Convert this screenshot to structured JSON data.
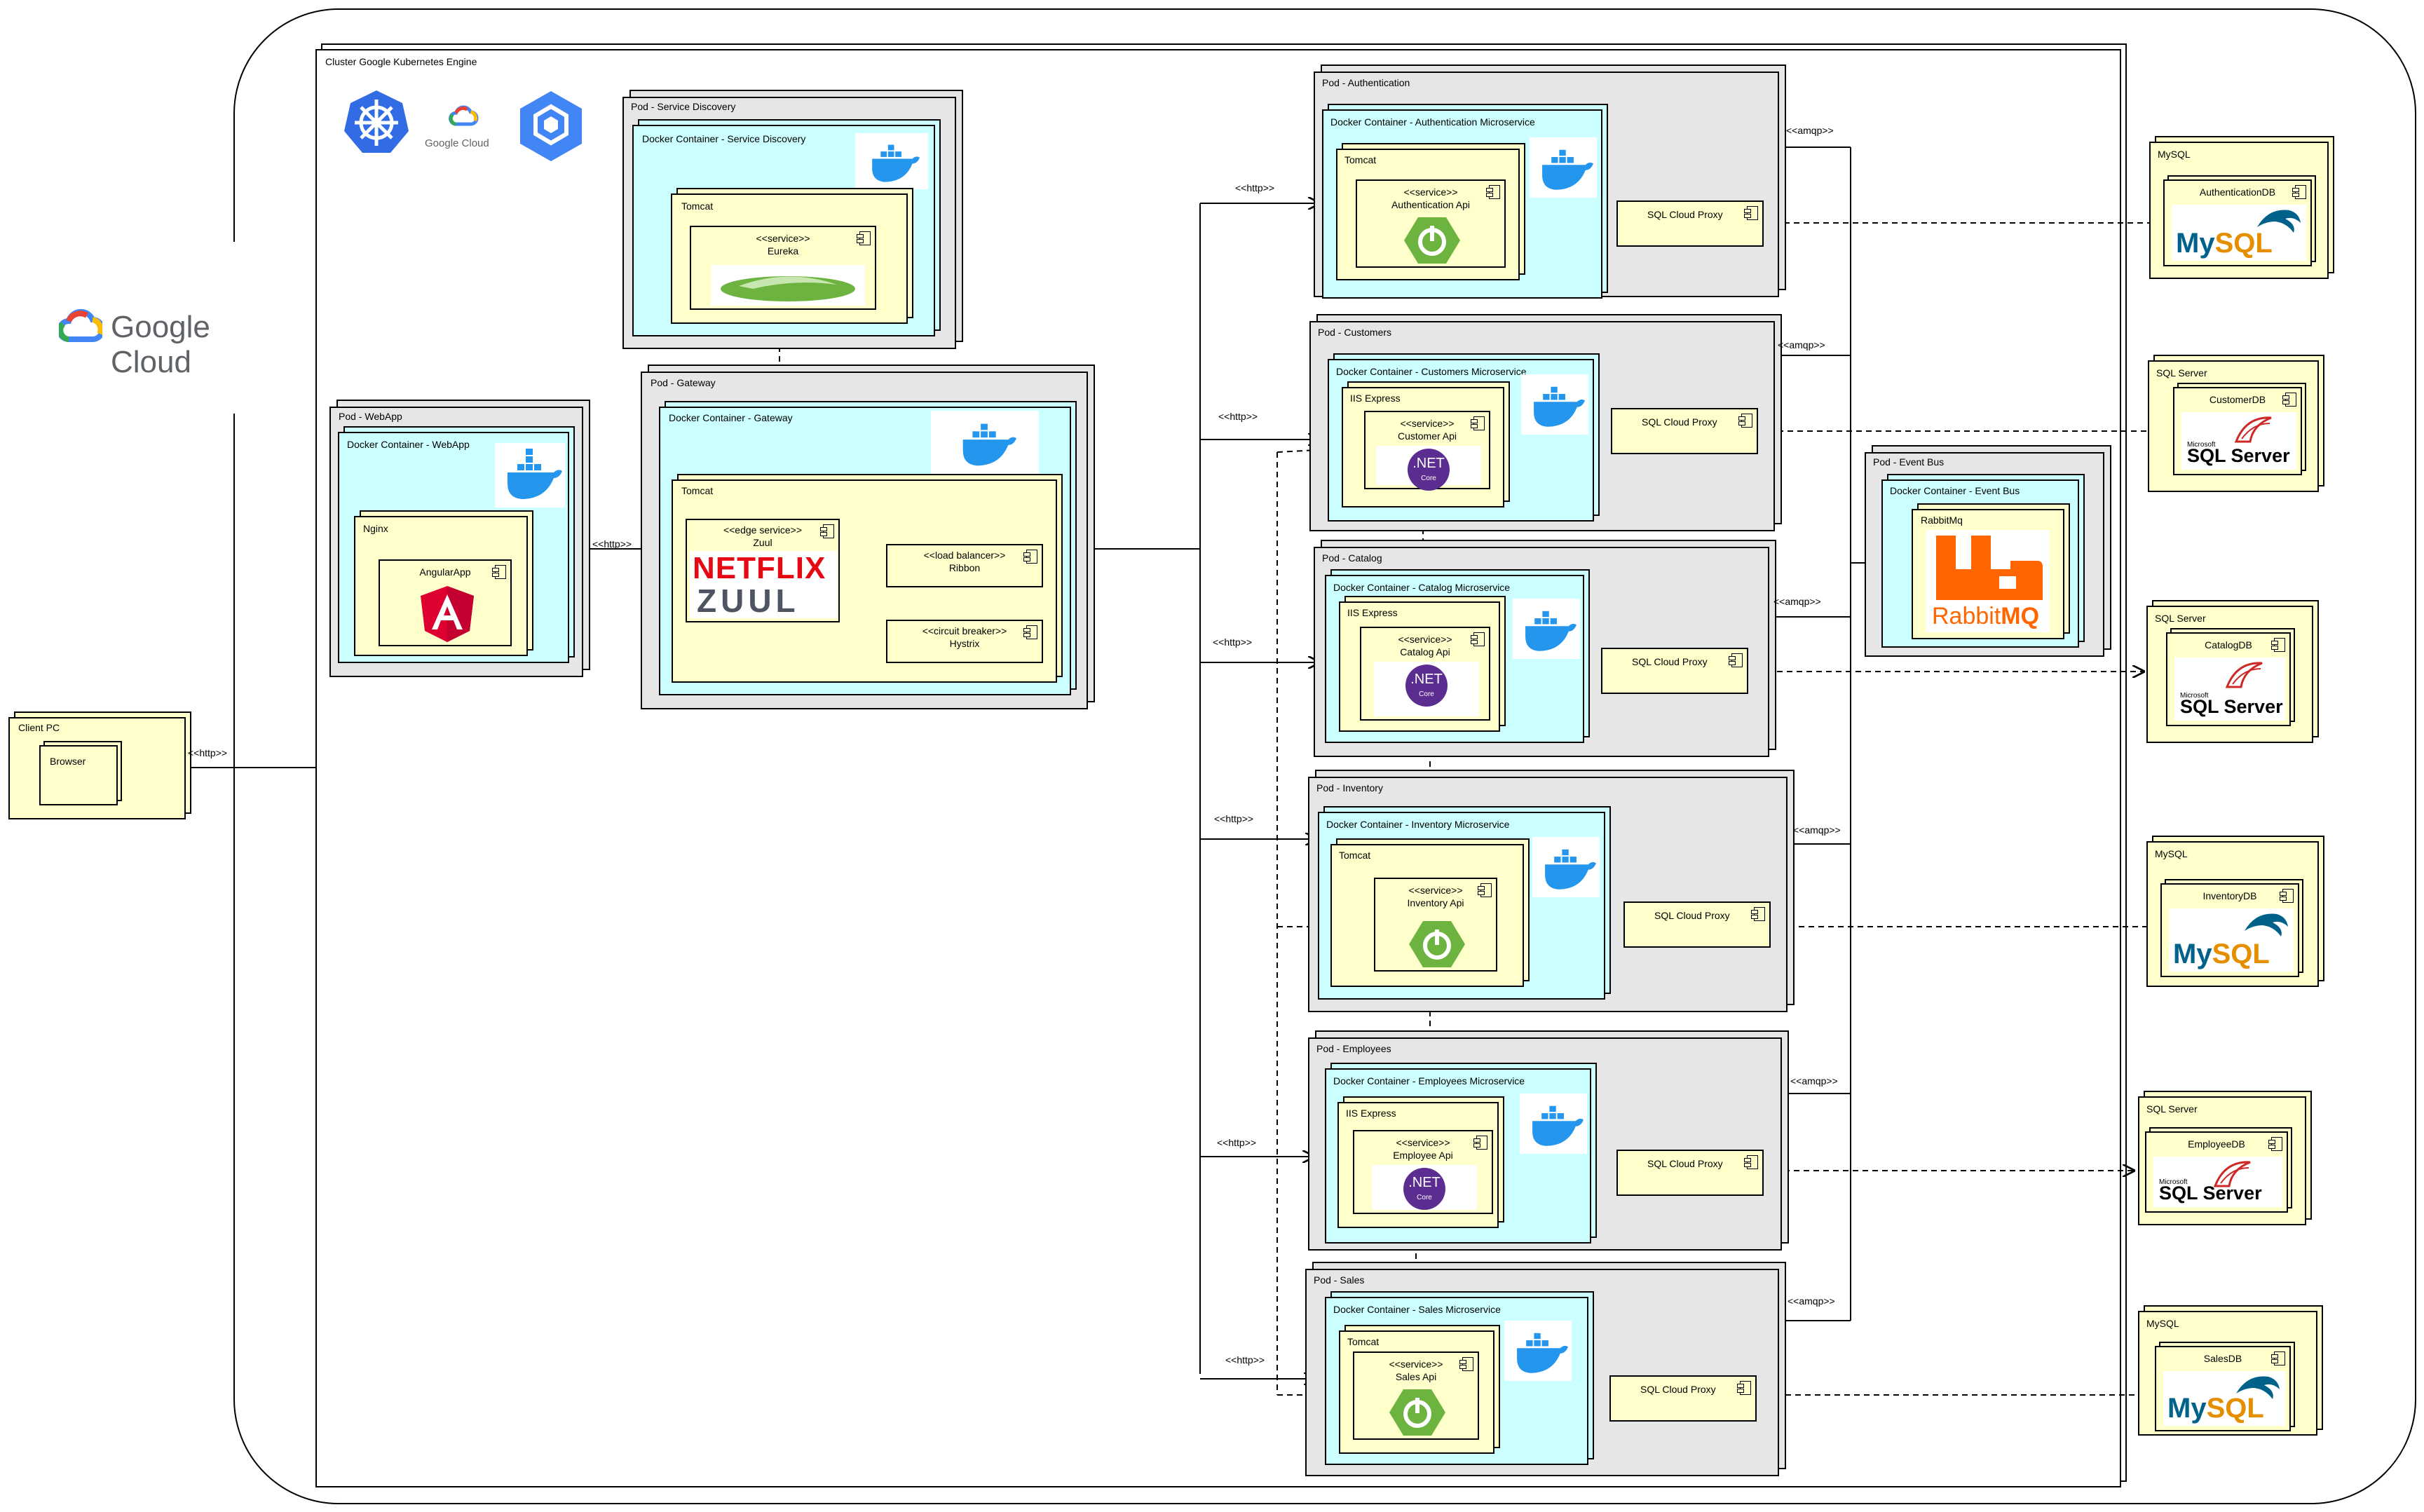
{
  "brand": {
    "google_cloud": "Google Cloud",
    "google_cloud_small": "Google Cloud"
  },
  "cluster": {
    "title": "Cluster Google Kubernetes Engine"
  },
  "client": {
    "title": "Client PC",
    "browser": "Browser",
    "http": "<<http>>"
  },
  "webapp": {
    "pod": "Pod - WebApp",
    "container": "Docker Container - WebApp",
    "nginx": "Nginx",
    "app": "AngularApp",
    "link": "<<http>>"
  },
  "discovery": {
    "pod": "Pod - Service Discovery",
    "container": "Docker Container - Service Discovery",
    "tomcat": "Tomcat",
    "stereo": "<<service>>",
    "name": "Eureka"
  },
  "gateway": {
    "pod": "Pod - Gateway",
    "container": "Docker Container - Gateway",
    "tomcat": "Tomcat",
    "edge": "<<edge service>>",
    "zuul": "Zuul",
    "lb": "<<load balancer>>",
    "ribbon": "Ribbon",
    "cb": "<<circuit breaker>>",
    "hystrix": "Hystrix",
    "netflix": "NETFLIX",
    "zuul_logo": "ZUUL"
  },
  "services": [
    {
      "pod": "Pod - Authentication",
      "container": "Docker Container - Authentication Microservice",
      "server": "Tomcat",
      "stereo": "<<service>>",
      "api": "Authentication Api",
      "proxy": "SQL Cloud Proxy",
      "http": "<<http>>",
      "amqp": "<<amqp>>"
    },
    {
      "pod": "Pod - Customers",
      "container": "Docker Container - Customers Microservice",
      "server": "IIS Express",
      "stereo": "<<service>>",
      "api": "Customer Api",
      "proxy": "SQL Cloud Proxy",
      "http": "<<http>>",
      "amqp": "<<amqp>>"
    },
    {
      "pod": "Pod - Catalog",
      "container": "Docker Container - Catalog Microservice",
      "server": "IIS Express",
      "stereo": "<<service>>",
      "api": "Catalog Api",
      "proxy": "SQL Cloud Proxy",
      "http": "<<http>>",
      "amqp": "<<amqp>>"
    },
    {
      "pod": "Pod - Inventory",
      "container": "Docker Container - Inventory Microservice",
      "server": "Tomcat",
      "stereo": "<<service>>",
      "api": "Inventory Api",
      "proxy": "SQL Cloud Proxy",
      "http": "<<http>>",
      "amqp": "<<amqp>>"
    },
    {
      "pod": "Pod - Employees",
      "container": "Docker Container - Employees Microservice",
      "server": "IIS Express",
      "stereo": "<<service>>",
      "api": "Employee Api",
      "proxy": "SQL Cloud Proxy",
      "http": "<<http>>",
      "amqp": "<<amqp>>"
    },
    {
      "pod": "Pod - Sales",
      "container": "Docker Container - Sales Microservice",
      "server": "Tomcat",
      "stereo": "<<service>>",
      "api": "Sales Api",
      "proxy": "SQL Cloud Proxy",
      "http": "<<http>>",
      "amqp": "<<amqp>>"
    }
  ],
  "eventbus": {
    "pod": "Pod - Event Bus",
    "container": "Docker Container - Event Bus",
    "name": "RabbitMq",
    "logo_a": "Rabbit",
    "logo_b": "MQ"
  },
  "databases": [
    {
      "engine": "MySQL",
      "name": "AuthenticationDB"
    },
    {
      "engine": "SQL Server",
      "name": "CustomerDB"
    },
    {
      "engine": "SQL Server",
      "name": "CatalogDB"
    },
    {
      "engine": "MySQL",
      "name": "InventoryDB"
    },
    {
      "engine": "SQL Server",
      "name": "EmployeeDB"
    },
    {
      "engine": "MySQL",
      "name": "SalesDB"
    }
  ],
  "logos": {
    "net": ".NET",
    "core": "Core",
    "mysql_a": "My",
    "mysql_b": "SQL",
    "sqlserver": "SQL Server",
    "microsoft": "Microsoft"
  }
}
